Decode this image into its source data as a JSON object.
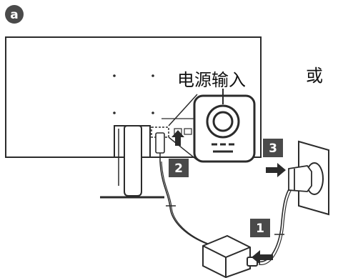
{
  "figure_label": "a",
  "callout_label": "电源输入",
  "or_label": "或",
  "steps": [
    "1",
    "2",
    "3"
  ],
  "colors": {
    "line": "#2b2b2b",
    "badge": "#4a4a4a",
    "panel_fill": "#ffffff"
  },
  "icons": [
    "power-port-icon",
    "arrow-right-icon",
    "arrow-up-icon"
  ]
}
